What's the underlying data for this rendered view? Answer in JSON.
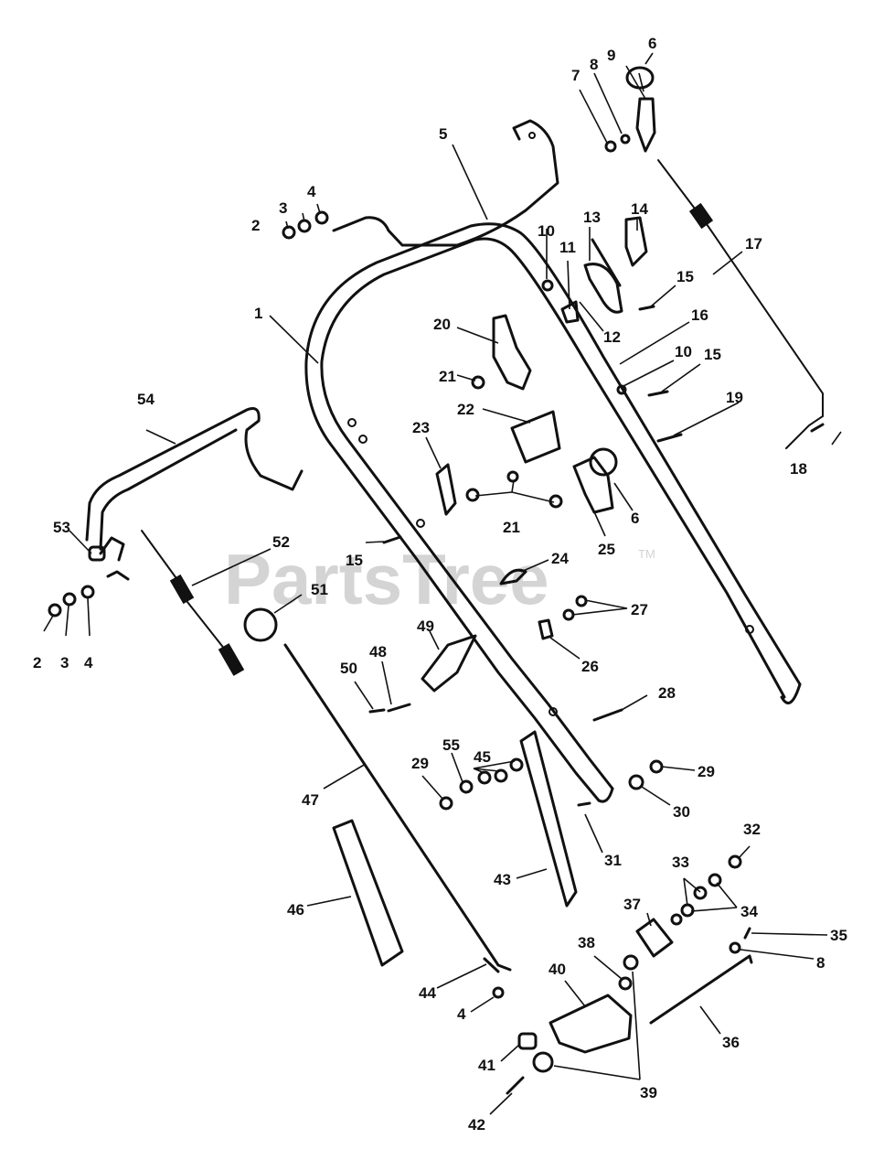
{
  "watermark": {
    "text": "PartsTree",
    "trademark": "TM"
  },
  "callouts": [
    "1",
    "2",
    "3",
    "4",
    "5",
    "6",
    "7",
    "8",
    "9",
    "10",
    "11",
    "12",
    "13",
    "14",
    "15",
    "16",
    "17",
    "18",
    "19",
    "20",
    "21",
    "22",
    "23",
    "24",
    "25",
    "26",
    "27",
    "28",
    "29",
    "30",
    "31",
    "32",
    "33",
    "34",
    "35",
    "36",
    "37",
    "38",
    "39",
    "40",
    "41",
    "42",
    "43",
    "44",
    "45",
    "46",
    "47",
    "48",
    "49",
    "50",
    "51",
    "52",
    "53",
    "54",
    "55"
  ]
}
